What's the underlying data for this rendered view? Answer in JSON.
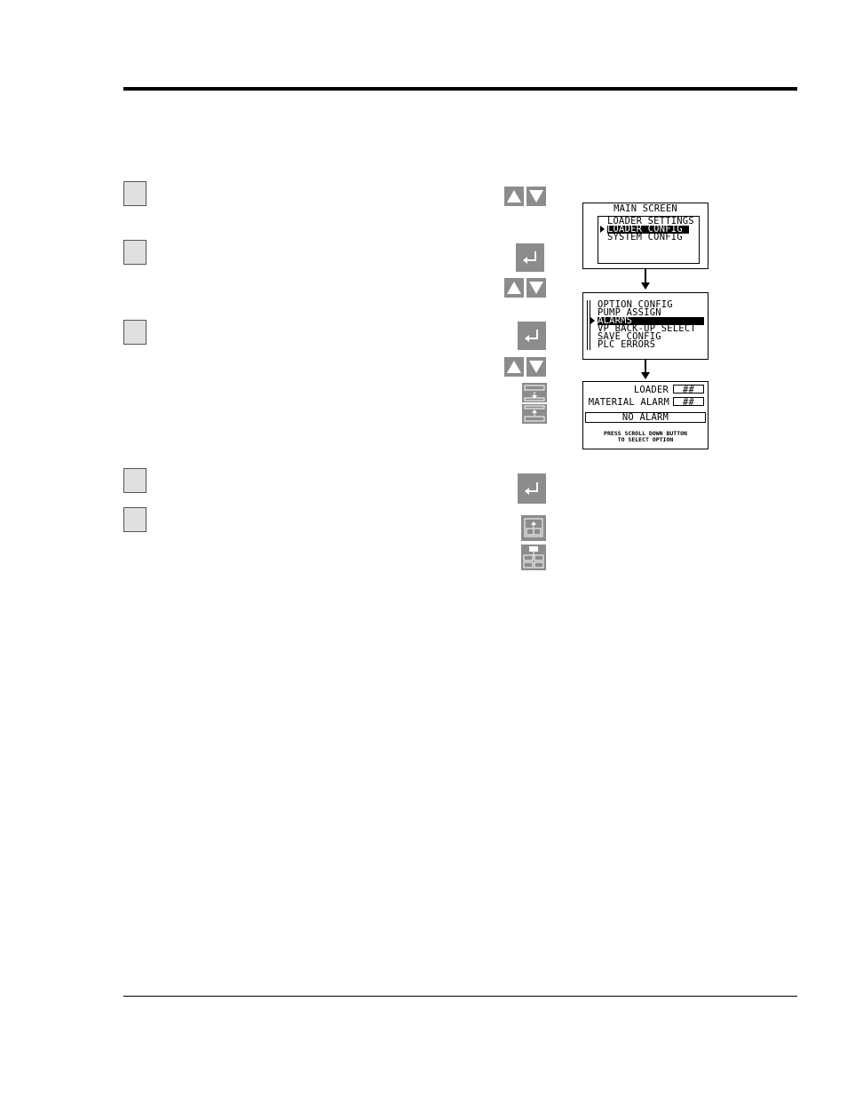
{
  "main_screen": {
    "title": "MAIN SCREEN",
    "items": [
      "LOADER SETTINGS",
      "LOADER CONFIG",
      "SYSTEM CONFIG"
    ],
    "selected_index": 1
  },
  "config_screen": {
    "items": [
      "OPTION CONFIG",
      "PUMP ASSIGN",
      "ALARMS",
      "VP BACK-UP SELECT",
      "SAVE CONFIG",
      "PLC ERRORS"
    ],
    "selected_index": 2
  },
  "alarm_screen": {
    "loader_label": "LOADER",
    "loader_value": "##",
    "material_alarm_label": "MATERIAL ALARM",
    "material_alarm_value": "##",
    "status_text": "NO ALARM",
    "hint_line1": "PRESS SCROLL DOWN BUTTON",
    "hint_line2": "TO SELECT OPTION"
  },
  "icons": {
    "up": "up-arrow-icon",
    "down": "down-arrow-icon",
    "enter": "enter-icon",
    "scroll_down": "scroll-down-icon",
    "scroll_up": "scroll-up-icon",
    "previous_screen": "previous-screen-icon",
    "main_menu": "main-menu-icon"
  },
  "colors": {
    "key_gray": "#8c8c8c",
    "step_box": "#e0e0e0"
  }
}
